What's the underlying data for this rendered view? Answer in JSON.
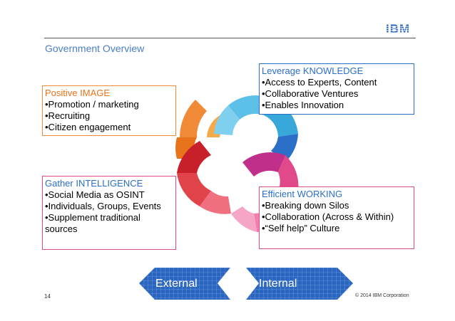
{
  "logo": "IBM",
  "title": "Government Overview",
  "boxes": {
    "image": {
      "heading": "Positive IMAGE",
      "items": [
        "•Promotion / marketing",
        "•Recruiting",
        "•Citizen engagement"
      ]
    },
    "knowledge": {
      "heading": "Leverage KNOWLEDGE",
      "items": [
        "•Access to Experts, Content",
        "•Collaborative Ventures",
        "•Enables Innovation"
      ]
    },
    "intelligence": {
      "heading": "Gather INTELLIGENCE",
      "items": [
        "•Social Media as OSINT",
        "•Individuals, Groups, Events",
        "•Supplement traditional sources"
      ]
    },
    "working": {
      "heading": "Efficient WORKING",
      "items": [
        "•Breaking down Silos",
        "•Collaboration (Across & Within)",
        "•“Self help” Culture"
      ]
    }
  },
  "arrows": {
    "external": "External",
    "internal": "Internal"
  },
  "footer": {
    "page_number": "14",
    "copyright": "© 2014 IBM Corporation"
  },
  "colors": {
    "title": "#4a80c8",
    "orange": "#f08a36",
    "blue": "#2b6fc9",
    "pink": "#e04a8a",
    "red": "#d9262b",
    "magenta": "#b8338f",
    "cyan": "#37a8d9",
    "arrow": "#1f5bb5"
  }
}
